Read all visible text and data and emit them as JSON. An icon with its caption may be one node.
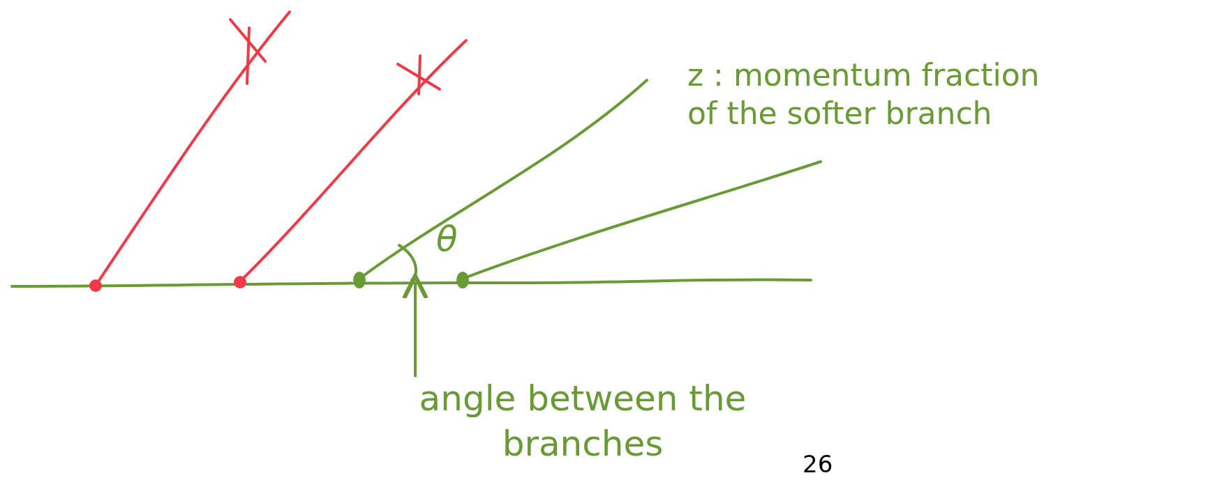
{
  "diagram": {
    "nodes": [
      {
        "text": [
          "angle between the branches"
        ]
      },
      {
        "text": [],
        "shape": "picture"
      }
    ],
    "edges": [
      {
        "from": 0,
        "to": 1,
        "arrow": "to"
      }
    ],
    "labels": [
      "z : momentum fraction of the softer branch",
      "θ",
      "26"
    ]
  }
}
